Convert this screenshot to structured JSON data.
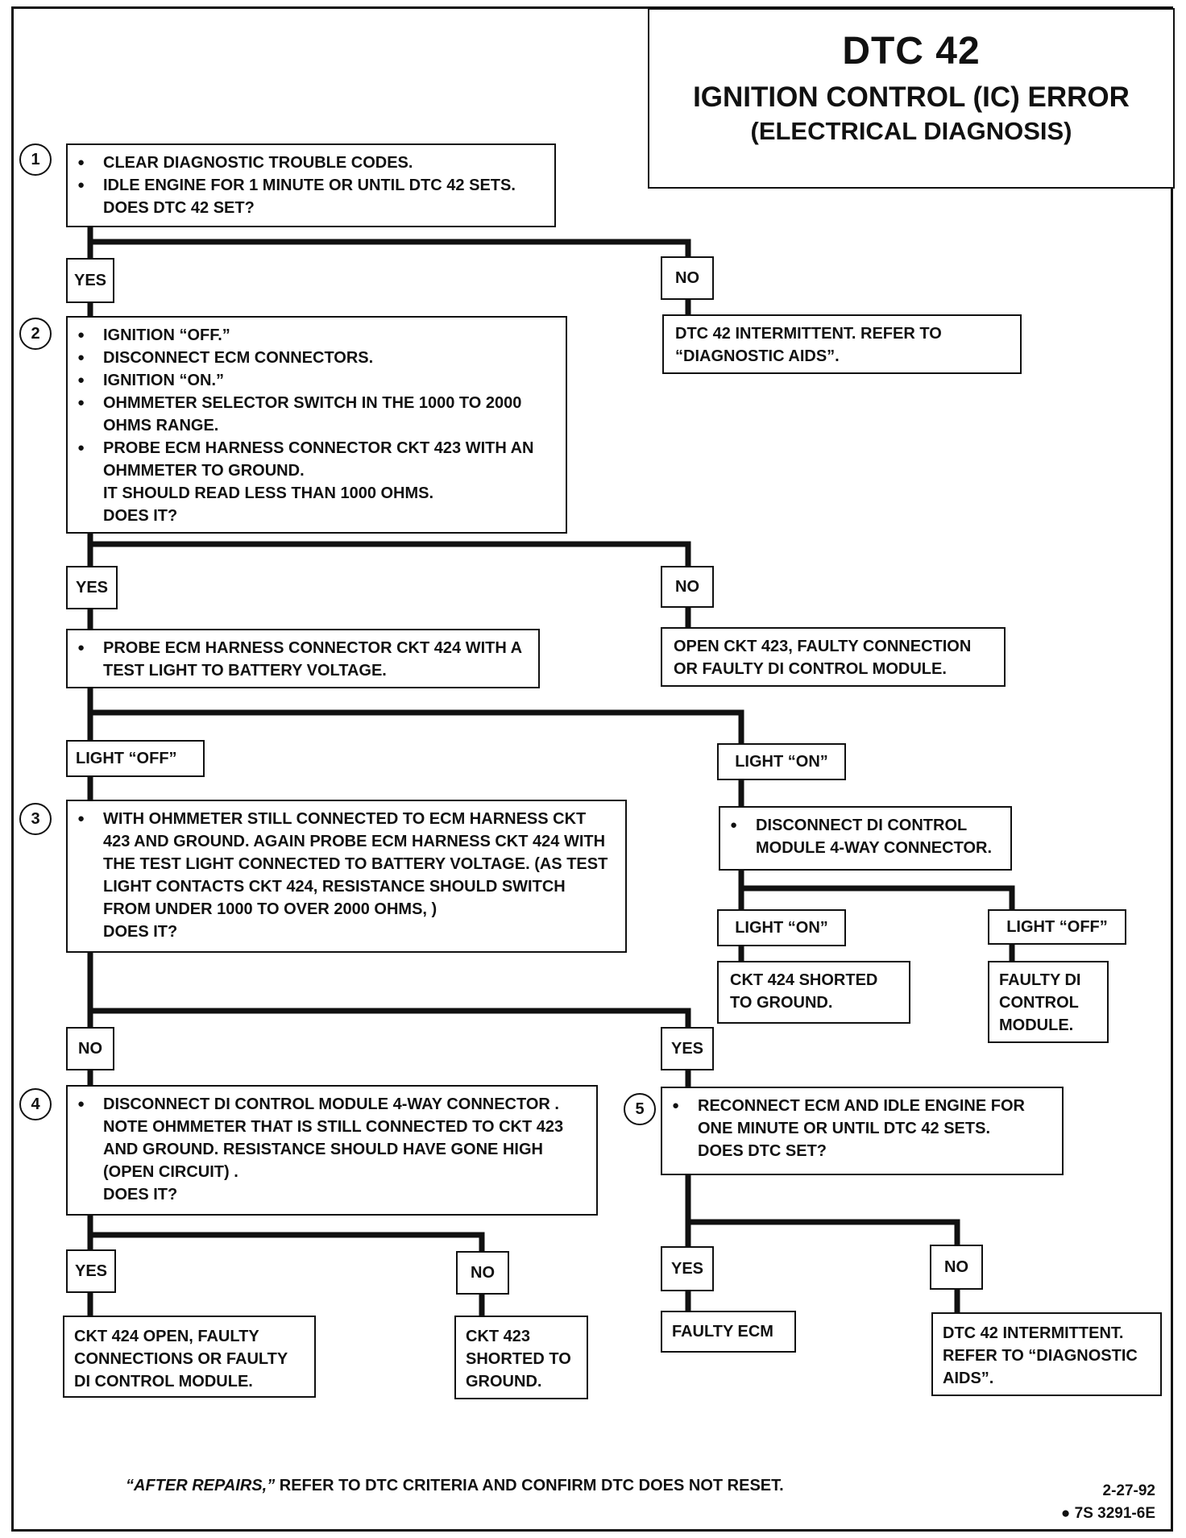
{
  "title": {
    "code": "DTC 42",
    "name": "IGNITION CONTROL (IC) ERROR",
    "subtitle": "(ELECTRICAL DIAGNOSIS)"
  },
  "steps": {
    "s1": {
      "num": "1",
      "bullets": [
        "CLEAR DIAGNOSTIC TROUBLE CODES.",
        "IDLE ENGINE FOR 1 MINUTE OR UNTIL DTC 42 SETS."
      ],
      "question": "DOES DTC 42 SET?"
    },
    "s2": {
      "num": "2",
      "bullets": [
        "IGNITION “OFF.”",
        "DISCONNECT ECM CONNECTORS.",
        "IGNITION “ON.”",
        "OHMMETER SELECTOR SWITCH IN THE 1000 TO 2000 OHMS RANGE.",
        "PROBE ECM HARNESS CONNECTOR CKT 423  WITH AN OHMMETER TO GROUND."
      ],
      "question": "IT SHOULD READ LESS THAN 1000 OHMS.",
      "question2": "DOES IT?"
    },
    "probe": {
      "bullets": [
        "PROBE ECM HARNESS CONNECTOR CKT 424 WITH A TEST LIGHT TO BATTERY VOLTAGE."
      ]
    },
    "s3": {
      "num": "3",
      "bullets": [
        "WITH OHMMETER STILL CONNECTED TO ECM HARNESS CKT 423 AND GROUND.  AGAIN PROBE ECM HARNESS CKT 424 WITH THE TEST LIGHT CONNECTED TO BATTERY VOLTAGE. (AS TEST LIGHT CONTACTS CKT 424, RESISTANCE SHOULD SWITCH FROM UNDER 1000 TO OVER 2000 OHMS, )"
      ],
      "question": "DOES IT?"
    },
    "disc": {
      "bullets": [
        "DISCONNECT DI CONTROL MODULE 4-WAY CONNECTOR."
      ]
    },
    "s4": {
      "num": "4",
      "bullets": [
        "DISCONNECT DI CONTROL MODULE 4-WAY CONNECTOR . NOTE OHMMETER THAT IS STILL CONNECTED TO CKT 423 AND GROUND. RESISTANCE SHOULD HAVE GONE HIGH (OPEN CIRCUIT) ."
      ],
      "question": "DOES IT?"
    },
    "s5": {
      "num": "5",
      "bullets": [
        "RECONNECT ECM AND IDLE ENGINE FOR ONE MINUTE OR UNTIL DTC 42 SETS."
      ],
      "question": "DOES DTC SET?"
    }
  },
  "results": {
    "r1_no": "DTC 42 INTERMITTENT.  REFER TO “DIAGNOSTIC AIDS”.",
    "r2_no": "OPEN CKT 423, FAULTY CONNECTION OR FAULTY DI CONTROL MODULE.",
    "shorted424": "CKT 424  SHORTED TO GROUND.",
    "faultyDi": "FAULTY DI CONTROL MODULE.",
    "r4_yes": "CKT 424 OPEN, FAULTY CONNECTIONS OR FAULTY DI CONTROL MODULE.",
    "r4_no": "CKT 423 SHORTED TO GROUND.",
    "r5_yes": "FAULTY ECM",
    "r5_no": "DTC 42 INTERMITTENT. REFER TO “DIAGNOSTIC AIDS”."
  },
  "labels": {
    "yes": "YES",
    "no": "NO",
    "light_off": "LIGHT “OFF”",
    "light_on": "LIGHT “ON”"
  },
  "footer": {
    "italic": "“AFTER REPAIRS,”",
    "text": " REFER TO DTC CRITERIA  AND CONFIRM DTC DOES NOT RESET.",
    "date": "2-27-92",
    "code": "● 7S 3291-6E"
  }
}
